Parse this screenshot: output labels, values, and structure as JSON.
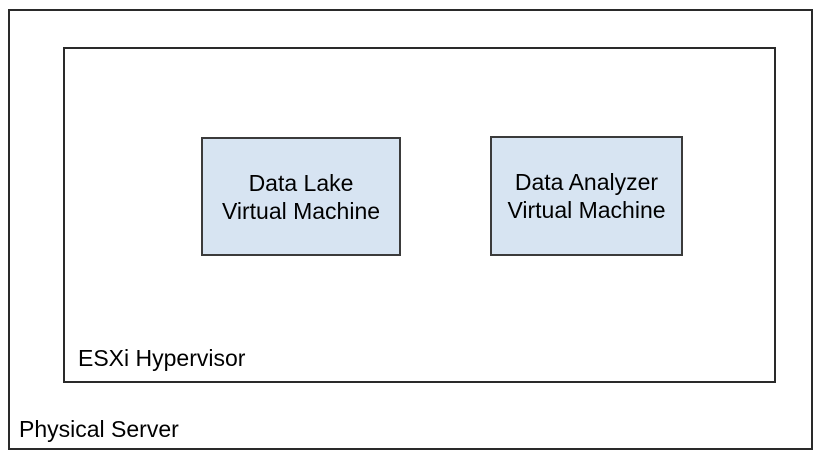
{
  "diagram": {
    "title": "",
    "physical_server": {
      "label": "Physical Server"
    },
    "hypervisor": {
      "label": "ESXi Hypervisor"
    },
    "vms": [
      {
        "line1": "Data Lake",
        "line2": "Virtual Machine"
      },
      {
        "line1": "Data Analyzer",
        "line2": "Virtual Machine"
      }
    ],
    "colors": {
      "vm_fill": "#d7e4f2",
      "vm_border": "#3b3b3b",
      "container_border": "#2a2a2a",
      "text": "#000000",
      "background": "#ffffff"
    }
  }
}
